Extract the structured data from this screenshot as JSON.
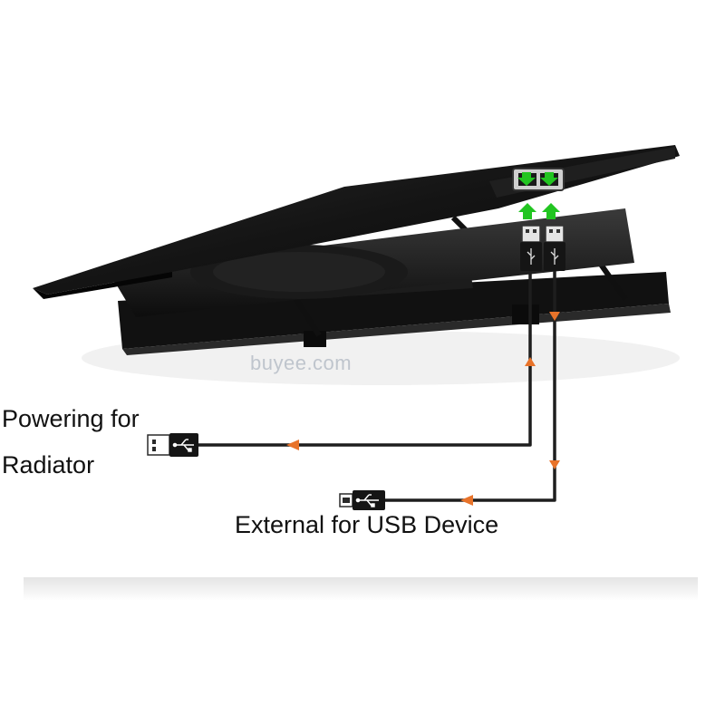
{
  "labels": {
    "power_line1": "Powering for",
    "power_line2": "Radiator",
    "external": "External for USB Device"
  },
  "watermark": "buyee.com",
  "colors": {
    "cable": "#1e1e1e",
    "flow_arrow": "#e8732a",
    "direction_arrow": "#22c521",
    "stand_body": "#161616",
    "text": "#111111"
  },
  "icons": {
    "usb_symbol": "usb-trident",
    "power_plug": "usb-a-plug",
    "device_plug": "usb-mini-plug"
  }
}
